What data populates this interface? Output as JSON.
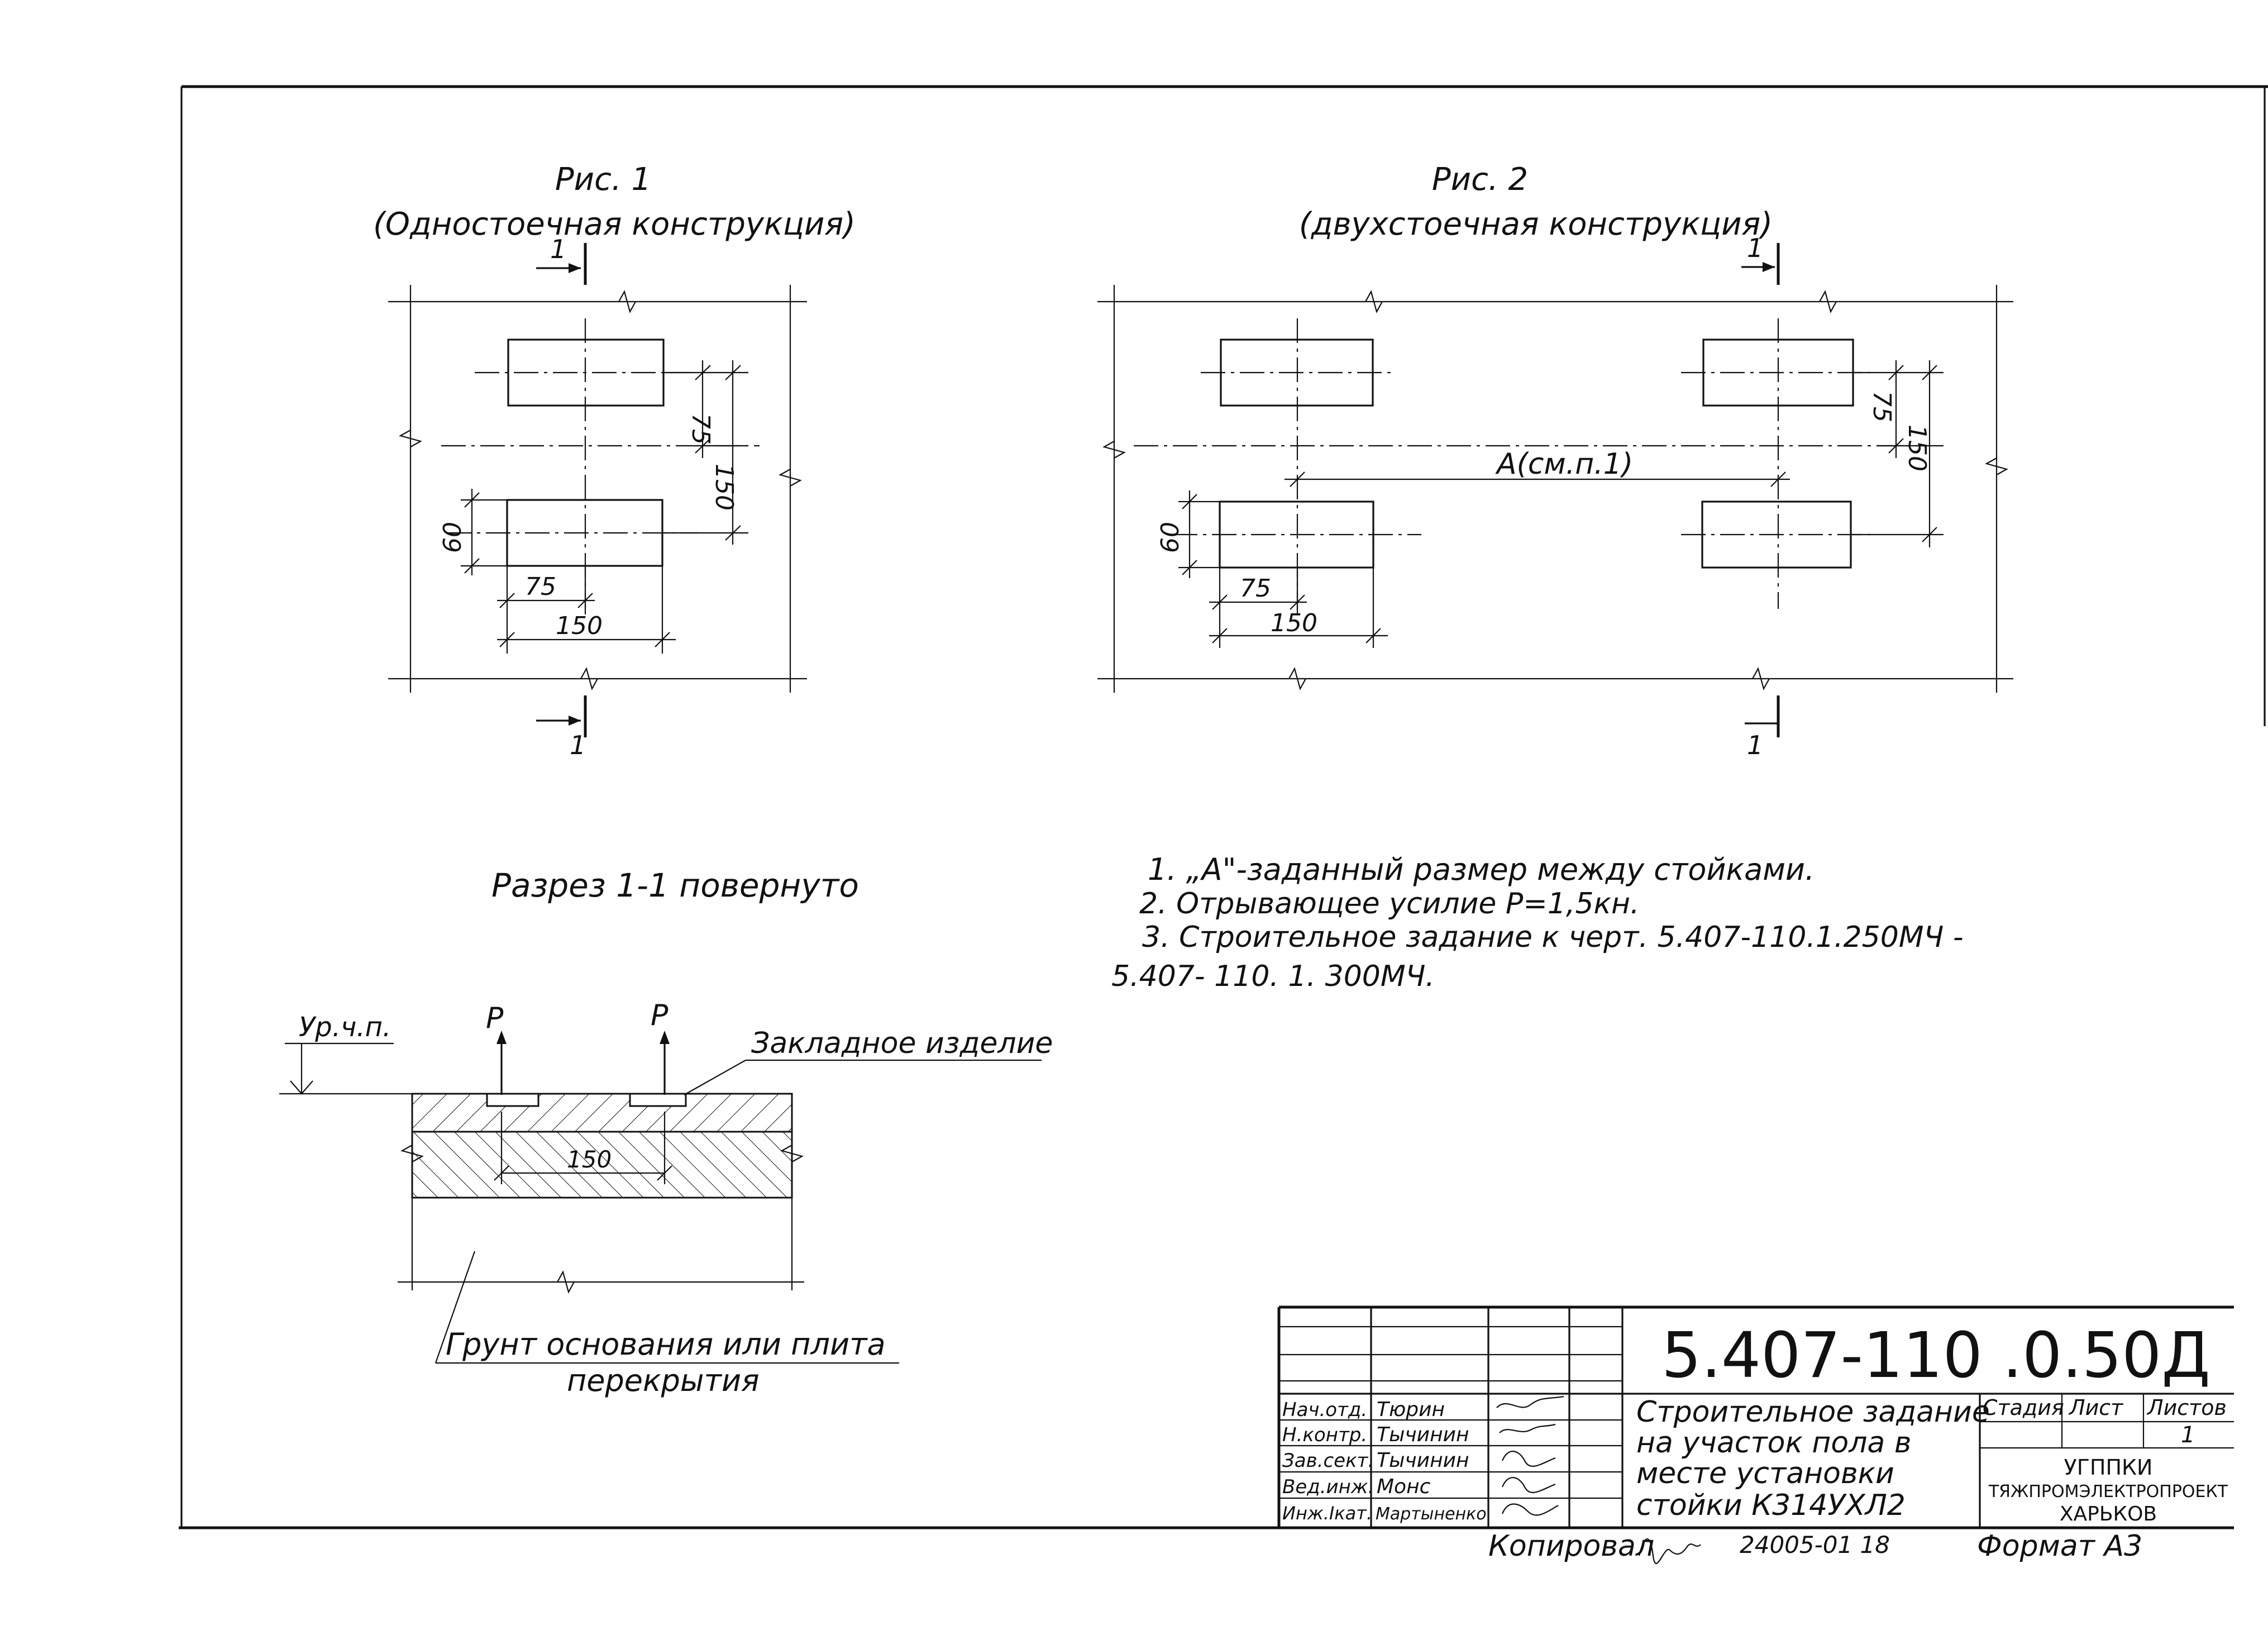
{
  "fig1": {
    "title": "Рис. 1",
    "subtitle": "(Одностоечная конструкция)"
  },
  "fig2": {
    "title": "Рис. 2",
    "subtitle": "(двухстоечная конструкция)",
    "dim_a": "А(см.п.1)"
  },
  "dims": {
    "d75": "75",
    "d150": "150",
    "d60": "60"
  },
  "section_mark": "1",
  "section": {
    "title": "Разрез 1-1 повернуто",
    "floor_level": "Ур.ч.п.",
    "force": "P",
    "embedded_label": "Закладное изделие",
    "dim_150": "150",
    "ground_label_1": "Грунт основания или плита",
    "ground_label_2": "перекрытия"
  },
  "notes": [
    "1. „А\"-заданный размер между стойками.",
    "2. Отрывающее усилие P=1,5кн.",
    "3. Строительное задание к черт. 5.407-110.1.250МЧ -",
    "5.407- 110. 1. 300МЧ."
  ],
  "title_block": {
    "code": "5.407-110 .0.50Д",
    "roles": [
      "Нач.отд.",
      "Н.контр.",
      "Зав.сект.",
      "Вед.инж.",
      "Инж.Iкат."
    ],
    "names": [
      "Тюрин",
      "Тычинин",
      "Тычинин",
      "Монс",
      "Мартыненко"
    ],
    "description": [
      "Строительное задание",
      "на участок пола в",
      "месте установки",
      "стойки К314УХЛ2"
    ],
    "stage_header": "Стадия",
    "sheet_header": "Лист",
    "sheets_header": "Листов",
    "sheet_value": "1",
    "org": [
      "УГППКИ",
      "ТЯЖПРОМЭЛЕКТРОПРОЕКТ",
      "ХАРЬКОВ"
    ]
  },
  "footer": {
    "copied": "Копировал",
    "order": "24005-01 18",
    "format": "Формат А3"
  }
}
